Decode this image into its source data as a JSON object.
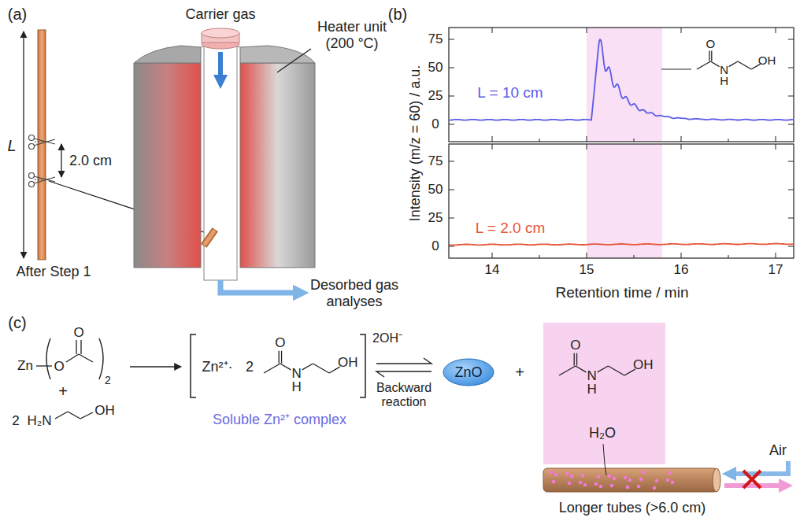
{
  "diagram": {
    "nodes": [
      {
        "text": [
          "ZnO"
        ]
      },
      {
        "text": [
          "O",
          "N",
          "H",
          "OH",
          "H₂O"
        ]
      }
    ],
    "labels": [
      "(a)",
      "L",
      "2.0 cm",
      "After Step 1",
      "Carrier gas",
      "Heater unit (200 °C)",
      "Desorbed gas analyses",
      "(b)",
      "Intensity (m/z = 60) / a.u.",
      "75",
      "50",
      "25",
      "0",
      "75",
      "50",
      "25",
      "0",
      "14",
      "15",
      "16",
      "17",
      "Retention time / min",
      "L = 10 cm",
      "L = 2.0 cm",
      "O",
      "N",
      "H",
      "OH",
      "(c)",
      "Zn",
      "O",
      "O",
      "2",
      "+",
      "2",
      "H₂N",
      "OH",
      "Zn²⁺·",
      "2",
      "O",
      "N",
      "H",
      "OH",
      "2OH⁻",
      "Soluble Zn²⁺ complex",
      "Backward reaction",
      "+",
      "Air",
      "Longer tubes (>6.0 cm)"
    ]
  }
}
